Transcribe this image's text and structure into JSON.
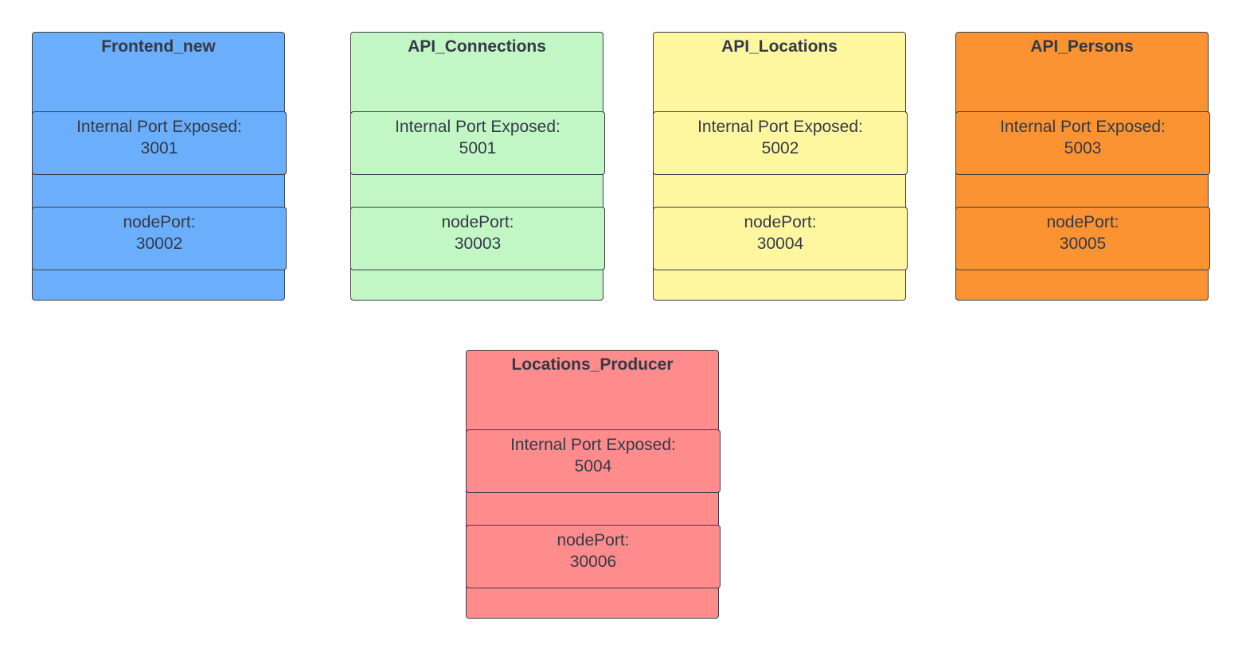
{
  "services": [
    {
      "title": "Frontend_new",
      "port_label": "Internal Port Exposed:",
      "port_value": "3001",
      "nodeport_label": "nodePort:",
      "nodeport_value": "30002",
      "color": "#6aaefc"
    },
    {
      "title": "API_Connections",
      "port_label": "Internal Port Exposed:",
      "port_value": "5001",
      "nodeport_label": "nodePort:",
      "nodeport_value": "30003",
      "color": "#c3f6c5"
    },
    {
      "title": "API_Locations",
      "port_label": "Internal Port Exposed:",
      "port_value": "5002",
      "nodeport_label": "nodePort:",
      "nodeport_value": "30004",
      "color": "#fff7a0"
    },
    {
      "title": "API_Persons",
      "port_label": "Internal Port Exposed:",
      "port_value": "5003",
      "nodeport_label": "nodePort:",
      "nodeport_value": "30005",
      "color": "#fb9332"
    },
    {
      "title": "Locations_Producer",
      "port_label": "Internal Port Exposed:",
      "port_value": "5004",
      "nodeport_label": "nodePort:",
      "nodeport_value": "30006",
      "color": "#ff8c8c"
    }
  ]
}
